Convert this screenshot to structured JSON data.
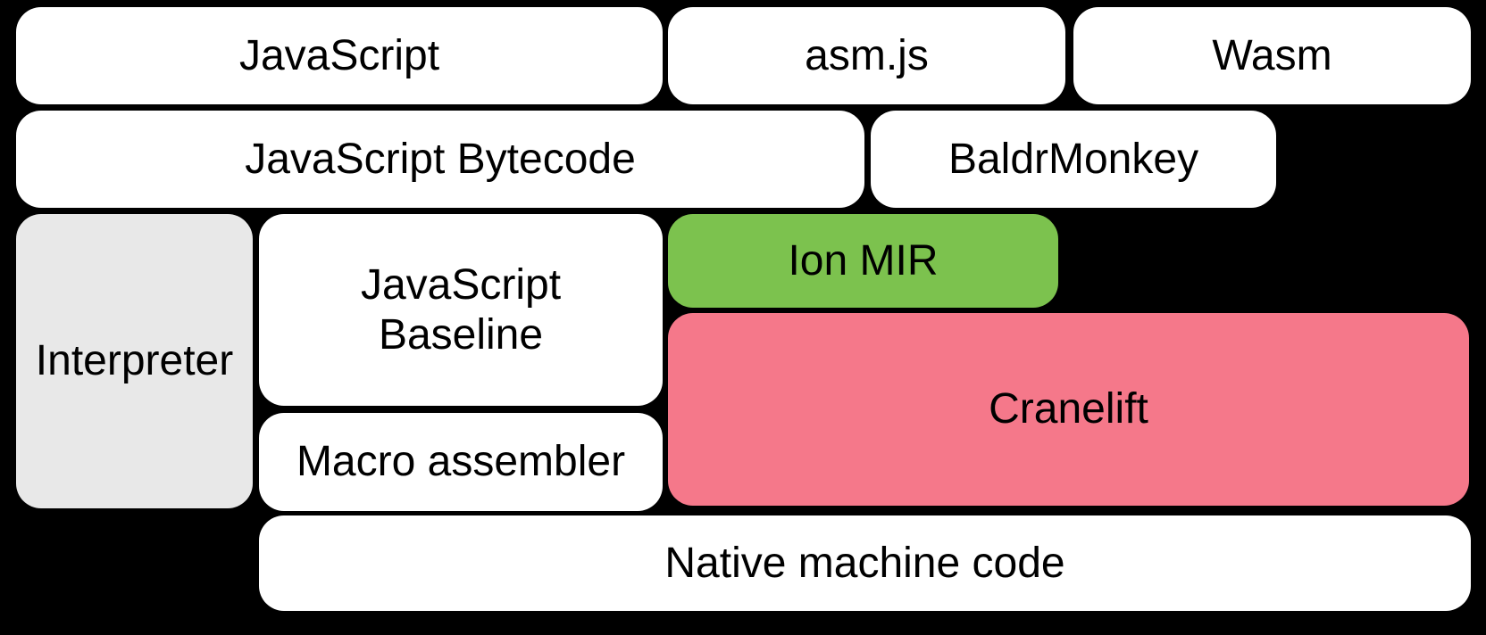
{
  "colors": {
    "background": "#000000",
    "box_default": "#FFFFFF",
    "interpreter_gray": "#E8E8E8",
    "ion_mir_green": "#7CC24E",
    "cranelift_pink": "#F5788A",
    "text": "#000000"
  },
  "blocks": {
    "javascript": {
      "label": "JavaScript"
    },
    "asmjs": {
      "label": "asm.js"
    },
    "wasm": {
      "label": "Wasm"
    },
    "javascript_bytecode": {
      "label": "JavaScript Bytecode"
    },
    "baldrmonkey": {
      "label": "BaldrMonkey"
    },
    "interpreter": {
      "label": "Interpreter"
    },
    "javascript_baseline": {
      "lines": [
        "JavaScript",
        "Baseline"
      ]
    },
    "ion_mir": {
      "label": "Ion MIR"
    },
    "cranelift": {
      "label": "Cranelift"
    },
    "macro_assembler": {
      "label": "Macro assembler"
    },
    "native_machine_code": {
      "label": "Native machine code"
    }
  }
}
